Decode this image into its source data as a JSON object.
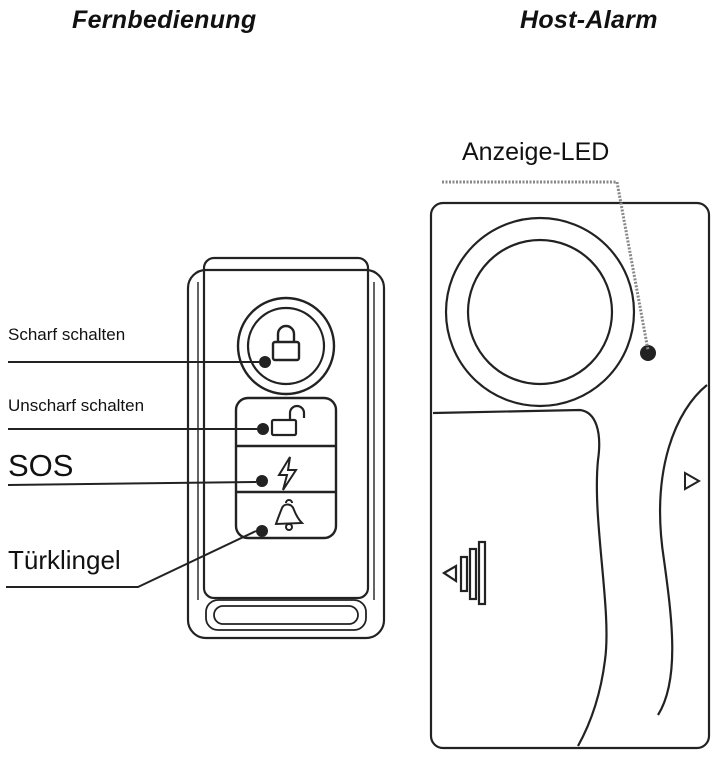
{
  "titles": {
    "remote": "Fernbedienung",
    "host": "Host-Alarm"
  },
  "labels": {
    "arm": "Scharf schalten",
    "disarm": "Unscharf schalten",
    "sos": "SOS",
    "doorbell": "Türklingel",
    "led": "Anzeige-LED"
  },
  "colors": {
    "line": "#222222",
    "leader_dotted": "#888888",
    "background": "#ffffff"
  },
  "icons": {
    "arm": "lock-icon",
    "disarm": "unlock-icon",
    "sos": "lightning-icon",
    "doorbell": "bell-icon",
    "host_front": "volume-icon",
    "host_side": "triangle-right-icon"
  }
}
